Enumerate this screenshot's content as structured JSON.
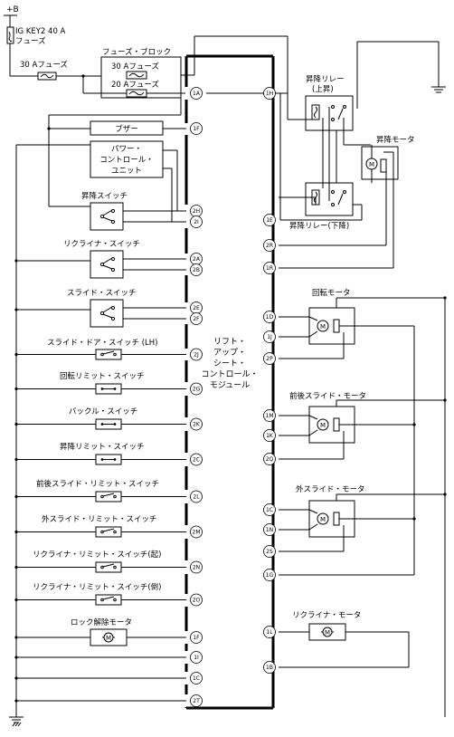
{
  "labels": {
    "power": "+B",
    "ig_fuse": "IG KEY2 40 A",
    "ig_fuse_suffix": "フューズ",
    "fuse30": "30 Aフューズ",
    "fuse_block": "フューズ・ブロック",
    "fb30": "30 Aフューズ",
    "fb20": "20 Aフューズ",
    "buzzer": "ブザー",
    "pcu1": "パワー・",
    "pcu2": "コントロール・",
    "pcu3": "ユニット",
    "lift_sw": "昇降スイッチ",
    "recliner_sw": "リクライナ・スイッチ",
    "slide_sw": "スライド・スイッチ",
    "slide_door_sw": "スライド・ドア・スイッチ (LH)",
    "rot_limit_sw": "回転リミット・スイッチ",
    "buckle_sw": "バックル・スイッチ",
    "lift_limit_sw": "昇降リミット・スイッチ",
    "fr_slide_limit_sw": "前後スライド・リミット・スイッチ",
    "out_slide_limit_sw": "外スライド・リミット・スイッチ",
    "recl_limit_up": "リクライナ・リミット・スイッチ(起)",
    "recl_limit_down": "リクライナ・リミット・スイッチ(倒)",
    "lock_release_motor": "ロック解除モータ",
    "module1": "リフト・",
    "module2": "アップ・",
    "module3": "シート・",
    "module4": "コントロール・",
    "module5": "モジュール",
    "lift_relay_up1": "昇降リレー",
    "lift_relay_up2": "(上昇)",
    "lift_motor": "昇降モータ",
    "lift_relay_down": "昇降リレー(下降)",
    "rot_motor": "回転モータ",
    "fr_slide_motor": "前後スライド・モータ",
    "out_slide_motor": "外スライド・モータ",
    "recliner_motor": "リクライナ・モータ"
  },
  "pins_left": [
    "1A",
    "1F",
    "2H",
    "2I",
    "2A",
    "2B",
    "2E",
    "2F",
    "2J",
    "2G",
    "2K",
    "2C",
    "2L",
    "2M",
    "2N",
    "2O",
    "1F",
    "1I",
    "1C",
    "2T"
  ],
  "pins_right": [
    "1H",
    "1E",
    "2R",
    "1R",
    "1D",
    "1J",
    "2P",
    "1M",
    "1K",
    "2Q",
    "1C",
    "1N",
    "2S",
    "1G",
    "1L",
    "1B"
  ],
  "motor_symbol": "M"
}
